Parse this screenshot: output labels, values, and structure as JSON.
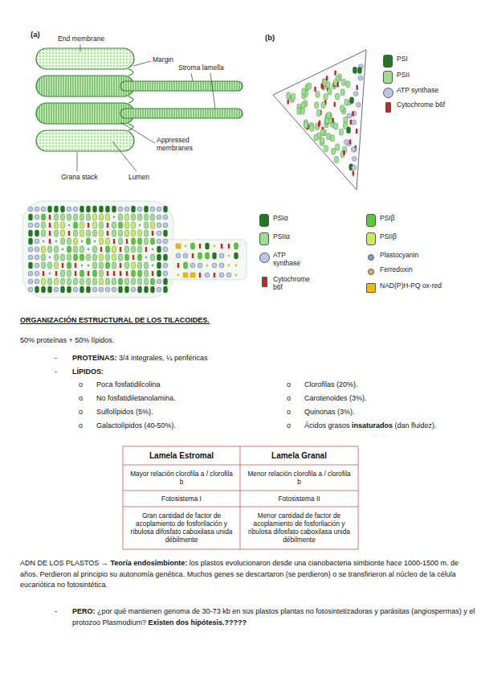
{
  "diagram": {
    "labels": [
      "(a)",
      "End membrane",
      "Margin",
      "Stroma lamella",
      "Appressed membranes",
      "Grana stack",
      "Lumen",
      "(b)",
      "ORGANIZACIÓN ESTRUCTURAL DE LOS TILACOIDES.",
      "50% proteínas + 50% lípidos.",
      "-",
      "PROTEÍNAS:",
      "3/4 integrales, ¼ periféricas",
      "-",
      "LÍPIDOS:",
      "o",
      "Poca fosfatidilcolina",
      "o",
      "No fosfatidiletanolamina.",
      "o",
      "Sulfolípidos (5%).",
      "o",
      "Galactolípidos (40-50%).",
      "o",
      "Clorofilas (20%).",
      "o",
      "Carotenoides (3%).",
      "o",
      "Quinonas (3%).",
      "o",
      "Ácidos grasos",
      "insaturados",
      "(dan fluidez).",
      "Lamela Estromal",
      "Lamela Granal",
      "Mayor relación clorofila a / clorofila b",
      "Menor relación clorofila a / clorofila b",
      "Fotosistema I",
      "Fotosistema II",
      "Gran cantidad de factor de acoplamiento de fosforilación y ribulosa difosfato caboxilasa unida débilmente",
      "Menor cantidad de factor de acoplamiento de fosforilación y ribulosa difosfato caboxilasa unida débilmente",
      "ADN DE LOS PLASTOS →",
      "Teoría endosimbionte:",
      "los plastos evolucionaron desde una cianobacteria simbionte hace 1000-1500 m. de años. Perdieron al principio su autonomía genética. Muchos genes se descartaron (se perdieron) o se transfirieron al núcleo de la célula eucariótica no fotosintética.",
      "-",
      "PERO:",
      "¿por qué mantienen genoma de 30-73 kb en sus plastos plantas no fotosintetizadoras y parásitas (angiospermas) y el protozoo Plasmodium?",
      "Existen dos hipótesis.?????"
    ],
    "legend": [
      {
        "text": "PSI",
        "color": "#1f7a1f"
      },
      {
        "text": "PSII",
        "color": "#9bdf8f"
      },
      {
        "text": "ATP synthase",
        "color": "#b8c8e8"
      },
      {
        "text": "Cytochrome b6f",
        "color": "#d42020"
      },
      {
        "text": "PSIα",
        "color": "#1f7a1f"
      },
      {
        "text": "PSIβ",
        "color": "#55cc33"
      },
      {
        "text": "PSIIα",
        "color": "#9bdf8f"
      },
      {
        "text": "PSIIβ",
        "color": "#c8ec5a"
      },
      {
        "text": "ATP synthase",
        "color": "#b8c8e8"
      },
      {
        "text": "Plastocyanin",
        "color": "#7f9fcf"
      },
      {
        "text": "Cytochrome b6f",
        "color": "#d42020"
      },
      {
        "text": "Ferredoxin",
        "color": "#d8b060"
      },
      {
        "text": "NAD(P)H-PQ ox-red",
        "color": "#f5b800"
      }
    ]
  }
}
